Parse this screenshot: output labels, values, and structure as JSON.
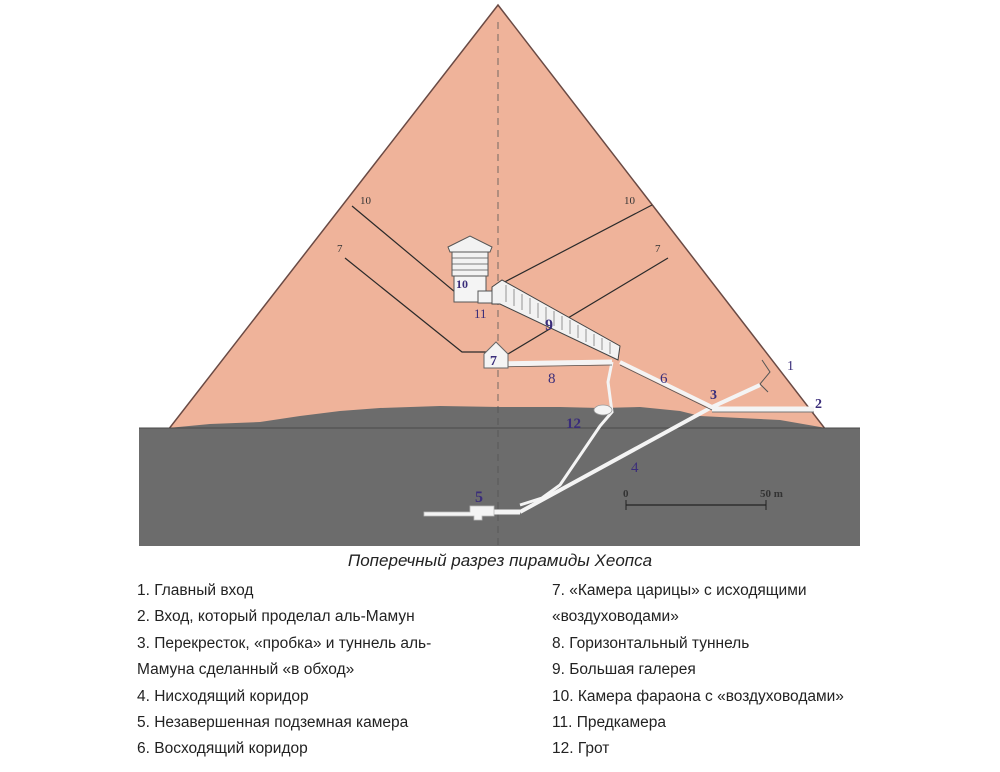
{
  "caption": "Поперечный разрез пирамиды Хеопса",
  "diagram": {
    "labels": {
      "n1": "1",
      "n2": "2",
      "n3": "3",
      "n4": "4",
      "n5": "5",
      "n6": "6",
      "n7": "7",
      "n8": "8",
      "n9": "9",
      "n10": "10",
      "n11": "11",
      "n12": "12",
      "shaft_left_upper": "10",
      "shaft_right_upper": "10",
      "shaft_left_lower": "7",
      "shaft_right_lower": "7"
    },
    "scale": {
      "start": "0",
      "end": "50 m"
    },
    "colors": {
      "pyramid": "#efb39a",
      "ground": "#6c6c6c",
      "passage": "#f4f4f4",
      "label": "#3a2d7a"
    }
  },
  "legend_left": [
    "1. Главный вход",
    "2. Вход, который проделал аль-Мамун",
    "3. Перекресток, «пробка» и туннель аль-",
    "Мамуна сделанный «в обход»",
    "4. Нисходящий коридор",
    "5. Незавершенная подземная камера",
    "6. Восходящий коридор"
  ],
  "legend_right": [
    "7. «Камера царицы» с исходящими",
    "«воздуховодами»",
    "8. Горизонтальный туннель",
    "9. Большая галерея",
    "10. Камера фараона с «воздуховодами»",
    "11. Предкамера",
    "12. Грот"
  ]
}
